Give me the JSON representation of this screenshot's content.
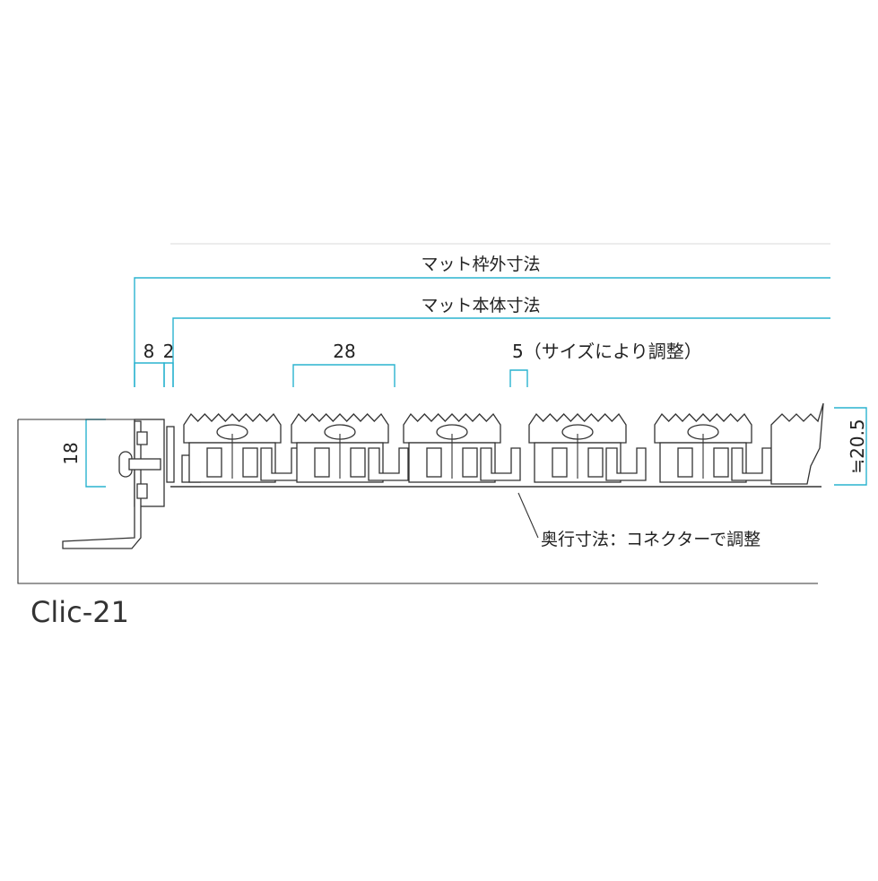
{
  "diagram": {
    "model_label": "Clic-21",
    "labels": {
      "frame_outer": "マット枠外寸法",
      "mat_body": "マット本体寸法",
      "depth_note": "奥行寸法：コネクターで調整"
    },
    "dimensions": {
      "frame_8": "8",
      "gap_2": "2",
      "pitch_28": "28",
      "gap_5": "5（サイズにより調整）",
      "height_18": "18",
      "height_20_5": "≒20.5"
    },
    "colors": {
      "dimension_line": "#2ab3cf",
      "outline": "#333333"
    }
  }
}
